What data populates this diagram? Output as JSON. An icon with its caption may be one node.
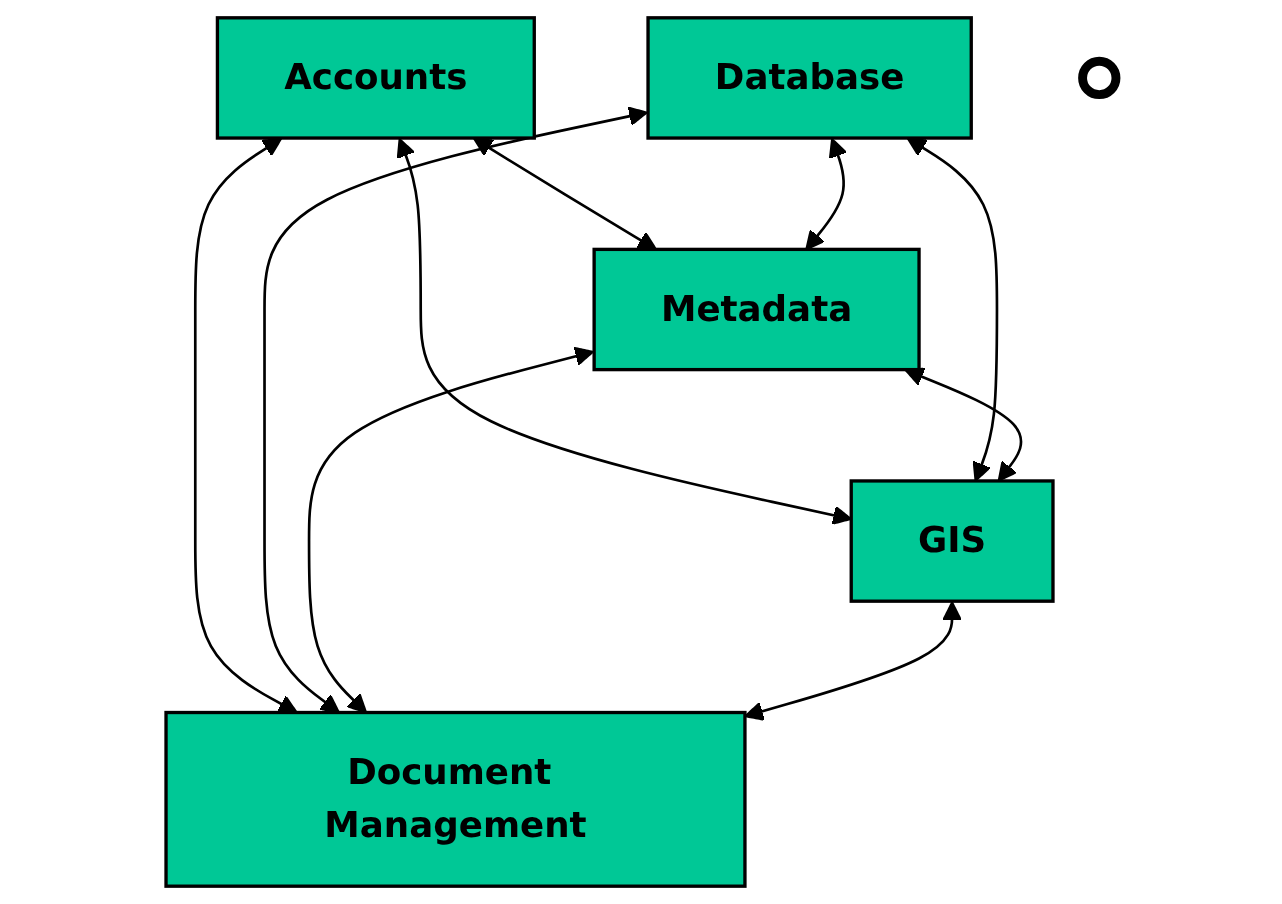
{
  "diagram": {
    "nodes": [
      {
        "text": [
          "Metadata"
        ]
      },
      {
        "text": [
          "Accounts"
        ]
      },
      {
        "text": [
          "GIS"
        ]
      },
      {
        "text": [
          "Database"
        ]
      },
      {
        "text": [
          "Document Management"
        ]
      },
      {
        "text": [],
        "shape": "circle"
      }
    ],
    "edges": [
      {
        "from": 1,
        "to": 0,
        "arrow": "both"
      },
      {
        "from": 1,
        "to": 2,
        "arrow": "both"
      },
      {
        "from": 1,
        "to": 4,
        "arrow": "both"
      },
      {
        "from": 3,
        "to": 0,
        "arrow": "both"
      },
      {
        "from": 3,
        "to": 2,
        "arrow": "both"
      },
      {
        "from": 3,
        "to": 4,
        "arrow": "both"
      },
      {
        "from": 0,
        "to": 2,
        "arrow": "both"
      },
      {
        "from": 0,
        "to": 4,
        "arrow": "both"
      },
      {
        "from": 2,
        "to": 4,
        "arrow": "both"
      }
    ]
  }
}
